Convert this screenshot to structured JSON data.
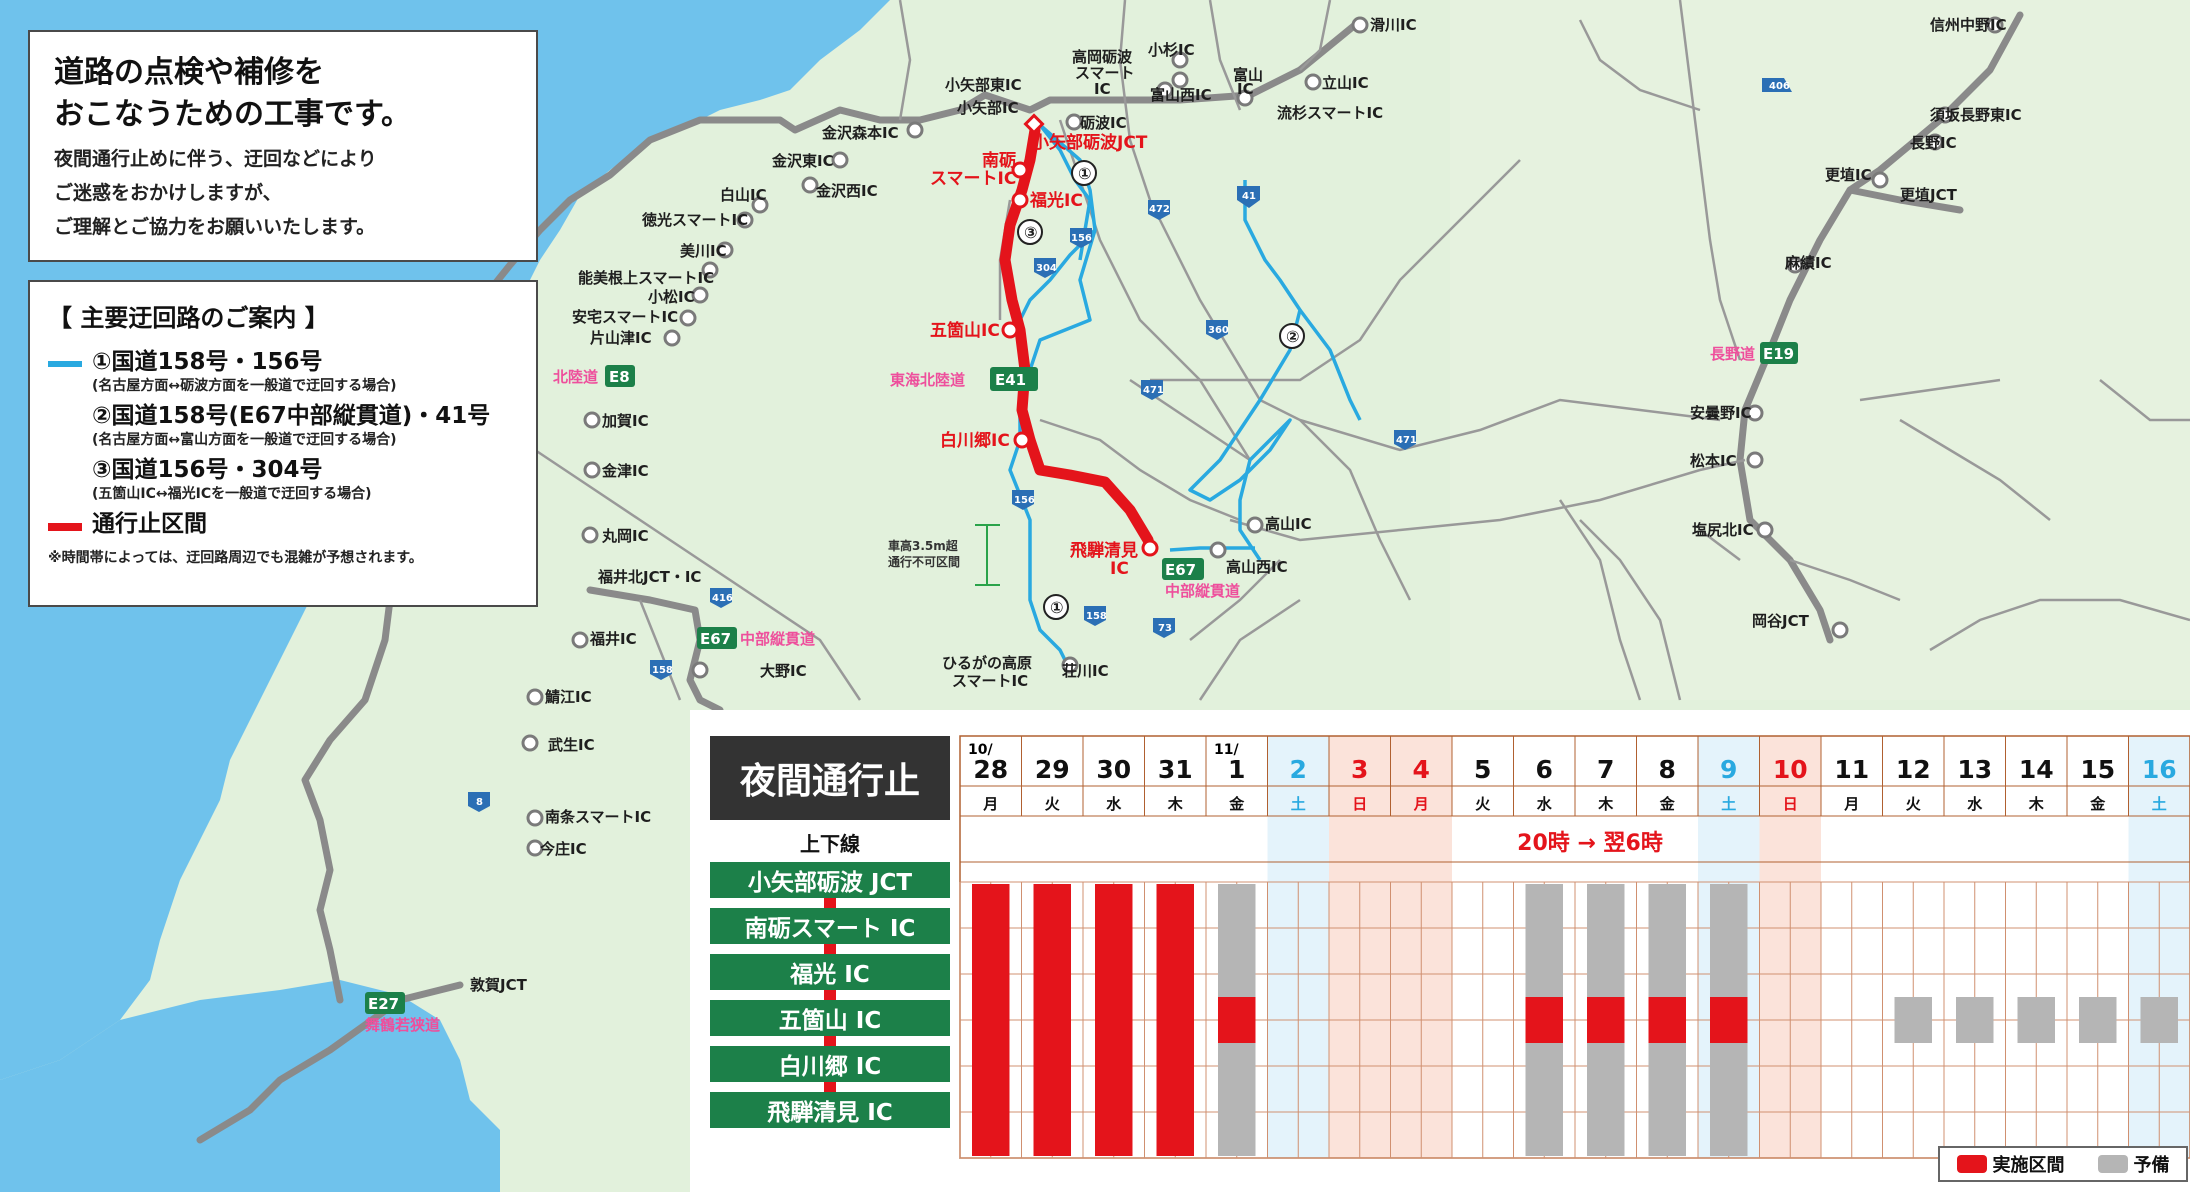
{
  "intro": {
    "heading_line1": "道路の点検や補修を",
    "heading_line2": "おこなうための工事です。",
    "body_line1": "夜間通行止めに伴う、迂回などにより",
    "body_line2": "ご迷惑をおかけしますが、",
    "body_line3": "ご理解とご協力をお願いいたします。"
  },
  "legend": {
    "title": "【 主要迂回路のご案内 】",
    "routes": [
      {
        "label": "①国道158号・156号",
        "sub": "(名古屋方面↔砺波方面を一般道で迂回する場合)",
        "color": "#29a9e0"
      },
      {
        "label": "②国道158号(E67中部縦貫道)・41号",
        "sub": "(名古屋方面↔富山方面を一般道で迂回する場合)",
        "color": "#29a9e0"
      },
      {
        "label": "③国道156号・304号",
        "sub": "(五箇山IC↔福光ICを一般道で迂回する場合)",
        "color": "#29a9e0"
      }
    ],
    "closed_label": "通行止区間",
    "closed_color": "#e4141b",
    "note": "※時間帯によっては、迂回路周辺でも混雑が予想されます。"
  },
  "map": {
    "closed_ics": [
      "小矢部砺波JCT",
      "南砺スマートIC",
      "福光IC",
      "五箇山IC",
      "白川郷IC",
      "飛騨清見IC"
    ],
    "route_names": {
      "tokai_hokuriku": "東海北陸道",
      "hokuriku": "北陸道",
      "chubu_jukan": "中部縦貫道",
      "nagano": "長野道",
      "maizuru": "舞鶴若狭道"
    },
    "shields": {
      "tokai_hokuriku": "E41",
      "hokuriku": "E8",
      "chubu_jukan": "E67",
      "nagano": "E19",
      "maizuru": "E27"
    },
    "height_note_line1": "車高3.5m超",
    "height_note_line2": "通行不可区間",
    "detour_markers": [
      "①",
      "②",
      "③"
    ],
    "labels": {
      "namerikawa": "滑川IC",
      "shinshu_nakano": "信州中野IC",
      "takaoka_tonami": "高岡砺波",
      "smart": "スマート",
      "ic": "IC",
      "kosugi": "小杉IC",
      "toyama": "富山",
      "tateyama": "立山IC",
      "toyama_nishi": "富山西IC",
      "ryusugi": "流杉スマートIC",
      "oyabe_higashi": "小矢部東IC",
      "oyabe": "小矢部IC",
      "tonami": "砺波IC",
      "kanazawa_mori": "金沢森本IC",
      "kanazawa_higashi": "金沢東IC",
      "kanazawa_nishi": "金沢西IC",
      "hakusan": "白山IC",
      "tokumitsu": "徳光スマートIC",
      "mikawa": "美川IC",
      "nomi_neagari": "能美根上スマートIC",
      "komatsu": "小松IC",
      "ataka": "安宅スマートIC",
      "katayamazu": "片山津IC",
      "kaga": "加賀IC",
      "kanazu": "金津IC",
      "maruoka": "丸岡IC",
      "fukuikita": "福井北JCT・IC",
      "fukui": "福井IC",
      "ono": "大野IC",
      "sabae": "鯖江IC",
      "takefu": "武生IC",
      "nanjo": "南条スマートIC",
      "imajo": "今庄IC",
      "tsuruga": "敦賀JCT",
      "hirugano": "ひるがの高原",
      "hirugano2": "スマートIC",
      "shokawa": "荘川IC",
      "takayama": "高山IC",
      "takayama_nishi": "高山西IC",
      "suzaka": "須坂長野東IC",
      "nagano": "長野IC",
      "koshoku": "更埴IC",
      "koshoku_jct": "更埴JCT",
      "asahi": "麻績IC",
      "azumino": "安曇野IC",
      "matsumoto": "松本IC",
      "shiojiri_kita": "塩尻北IC",
      "okaya": "岡谷JCT",
      "nanto1": "南砺",
      "nanto2": "スマートIC",
      "fukumitsu": "福光IC",
      "gokayama": "五箇山IC",
      "shirakawago": "白川郷IC",
      "hida1": "飛騨清見",
      "hida2": "IC",
      "oyabe_jct": "小矢部砺波JCT"
    },
    "route_numbers": [
      "406",
      "41",
      "472",
      "156",
      "304",
      "360",
      "471",
      "471",
      "156",
      "158",
      "73",
      "416",
      "158",
      "8"
    ]
  },
  "schedule": {
    "title": "夜間通行止",
    "both_directions": "上下線",
    "time_range": "20時 → 翌6時",
    "month_oct": "10/",
    "month_nov": "11/",
    "ics": [
      "小矢部砺波 JCT",
      "南砺スマート IC",
      "福光 IC",
      "五箇山 IC",
      "白川郷 IC",
      "飛騨清見 IC"
    ],
    "days": [
      {
        "d": "28",
        "w": "月",
        "type": "weekday",
        "status": "closed"
      },
      {
        "d": "29",
        "w": "火",
        "type": "weekday",
        "status": "closed"
      },
      {
        "d": "30",
        "w": "水",
        "type": "weekday",
        "status": "closed"
      },
      {
        "d": "31",
        "w": "木",
        "type": "weekday",
        "status": "closed"
      },
      {
        "d": "1",
        "w": "金",
        "type": "weekday",
        "status": "mixed"
      },
      {
        "d": "2",
        "w": "土",
        "type": "sat",
        "status": "none"
      },
      {
        "d": "3",
        "w": "日",
        "type": "holiday",
        "status": "none"
      },
      {
        "d": "4",
        "w": "月",
        "type": "holiday",
        "status": "none"
      },
      {
        "d": "5",
        "w": "火",
        "type": "weekday",
        "status": "none"
      },
      {
        "d": "6",
        "w": "水",
        "type": "weekday",
        "status": "mixed"
      },
      {
        "d": "7",
        "w": "木",
        "type": "weekday",
        "status": "mixed"
      },
      {
        "d": "8",
        "w": "金",
        "type": "weekday",
        "status": "mixed"
      },
      {
        "d": "9",
        "w": "土",
        "type": "sat",
        "status": "mixed"
      },
      {
        "d": "10",
        "w": "日",
        "type": "holiday",
        "status": "none"
      },
      {
        "d": "11",
        "w": "月",
        "type": "weekday",
        "status": "none"
      },
      {
        "d": "12",
        "w": "火",
        "type": "weekday",
        "status": "reserve_mid"
      },
      {
        "d": "13",
        "w": "水",
        "type": "weekday",
        "status": "reserve_mid"
      },
      {
        "d": "14",
        "w": "木",
        "type": "weekday",
        "status": "reserve_mid"
      },
      {
        "d": "15",
        "w": "金",
        "type": "weekday",
        "status": "reserve_mid"
      },
      {
        "d": "16",
        "w": "土",
        "type": "sat",
        "status": "reserve_mid"
      }
    ],
    "legend_closed": "実施区間",
    "legend_reserve": "予備",
    "colors": {
      "closed": "#e4141b",
      "reserve": "#b5b5b5",
      "sat": "#29a9e0",
      "holiday": "#e4141b",
      "sat_bg": "#e4f3fb",
      "holiday_bg": "#fbe3da"
    }
  }
}
